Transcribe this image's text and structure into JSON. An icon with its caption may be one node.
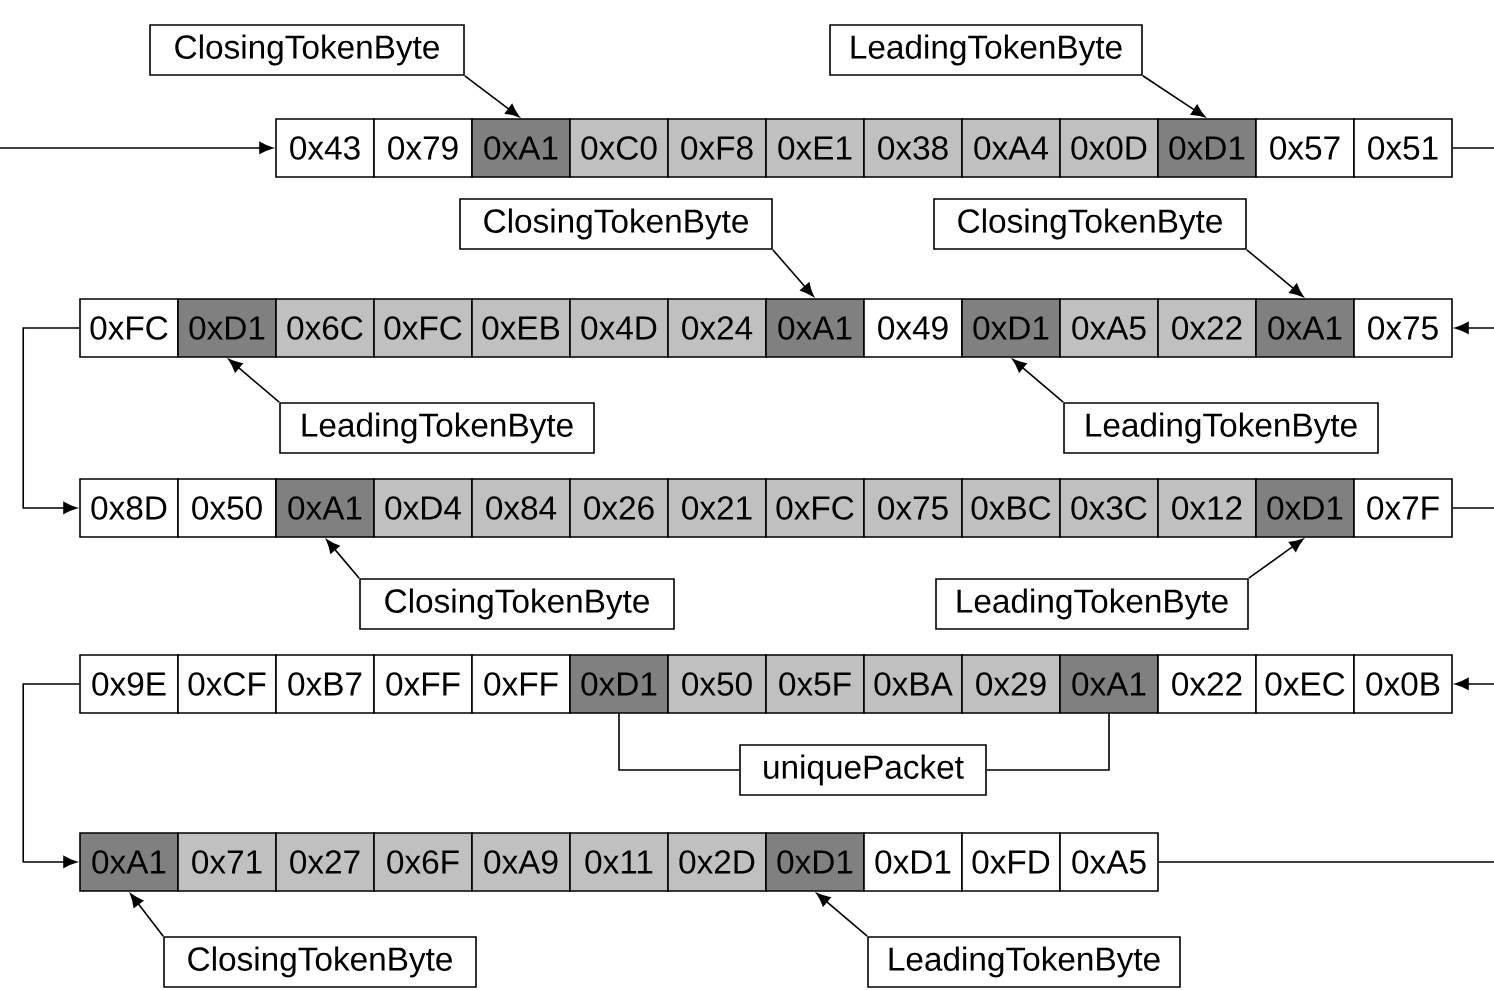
{
  "diagram": {
    "nodes": [
      {
        "text": [
          "ClosingTokenByte"
        ]
      },
      {
        "text": [
          "LeadingTokenByte"
        ]
      },
      {
        "text": [
          "0x43"
        ]
      },
      {
        "text": [
          "0x79"
        ]
      },
      {
        "text": [
          "0xA1"
        ]
      },
      {
        "text": [
          "0xC0"
        ]
      },
      {
        "text": [
          "0xF8"
        ]
      },
      {
        "text": [
          "0xE1"
        ]
      },
      {
        "text": [
          "0x38"
        ]
      },
      {
        "text": [
          "0xA4"
        ]
      },
      {
        "text": [
          "0x0D"
        ]
      },
      {
        "text": [
          "0xD1"
        ]
      },
      {
        "text": [
          "0x57"
        ]
      },
      {
        "text": [
          "0x51"
        ]
      },
      {
        "text": [
          "ClosingTokenByte"
        ]
      },
      {
        "text": [
          "ClosingTokenByte"
        ]
      },
      {
        "text": [
          "0xFC"
        ]
      },
      {
        "text": [
          "0xD1"
        ]
      },
      {
        "text": [
          "0x6C"
        ]
      },
      {
        "text": [
          "0xFC"
        ]
      },
      {
        "text": [
          "0xEB"
        ]
      },
      {
        "text": [
          "0x4D"
        ]
      },
      {
        "text": [
          "0x24"
        ]
      },
      {
        "text": [
          "0xA1"
        ]
      },
      {
        "text": [
          "0x49"
        ]
      },
      {
        "text": [
          "0xD1"
        ]
      },
      {
        "text": [
          "0xA5"
        ]
      },
      {
        "text": [
          "0x22"
        ]
      },
      {
        "text": [
          "0xA1"
        ]
      },
      {
        "text": [
          "0x75"
        ]
      },
      {
        "text": [
          "LeadingTokenByte"
        ]
      },
      {
        "text": [
          "LeadingTokenByte"
        ]
      },
      {
        "text": [
          "0x8D"
        ]
      },
      {
        "text": [
          "0x50"
        ]
      },
      {
        "text": [
          "0xA1"
        ]
      },
      {
        "text": [
          "0xD4"
        ]
      },
      {
        "text": [
          "0x84"
        ]
      },
      {
        "text": [
          "0x26"
        ]
      },
      {
        "text": [
          "0x21"
        ]
      },
      {
        "text": [
          "0xFC"
        ]
      },
      {
        "text": [
          "0x75"
        ]
      },
      {
        "text": [
          "0xBC"
        ]
      },
      {
        "text": [
          "0x3C"
        ]
      },
      {
        "text": [
          "0x12"
        ]
      },
      {
        "text": [
          "0xD1"
        ]
      },
      {
        "text": [
          "0x7F"
        ]
      },
      {
        "text": [
          "ClosingTokenByte"
        ]
      },
      {
        "text": [
          "LeadingTokenByte"
        ]
      },
      {
        "text": [
          "0x9E"
        ]
      },
      {
        "text": [
          "0xCF"
        ]
      },
      {
        "text": [
          "0xB7"
        ]
      },
      {
        "text": [
          "0xFF"
        ]
      },
      {
        "text": [
          "0xFF"
        ]
      },
      {
        "text": [
          "0xD1"
        ]
      },
      {
        "text": [
          "0x50"
        ]
      },
      {
        "text": [
          "0x5F"
        ]
      },
      {
        "text": [
          "0xBA"
        ]
      },
      {
        "text": [
          "0x29"
        ]
      },
      {
        "text": [
          "0xA1"
        ]
      },
      {
        "text": [
          "0x22"
        ]
      },
      {
        "text": [
          "0xEC"
        ]
      },
      {
        "text": [
          "0x0B"
        ]
      },
      {
        "text": [
          "uniquePacket"
        ]
      },
      {
        "text": [
          "0xA1"
        ]
      },
      {
        "text": [
          "0x71"
        ]
      },
      {
        "text": [
          "0x27"
        ]
      },
      {
        "text": [
          "0x6F"
        ]
      },
      {
        "text": [
          "0xA9"
        ]
      },
      {
        "text": [
          "0x11"
        ]
      },
      {
        "text": [
          "0x2D"
        ]
      },
      {
        "text": [
          "0xD1"
        ]
      },
      {
        "text": [
          "0xD1"
        ]
      },
      {
        "text": [
          "0xFD"
        ]
      },
      {
        "text": [
          "0xA5"
        ]
      },
      {
        "text": [
          "ClosingTokenByte"
        ]
      },
      {
        "text": [
          "LeadingTokenByte"
        ]
      }
    ],
    "edges": [
      {
        "from": null,
        "to": 2,
        "arrow": "to"
      },
      {
        "from": 13,
        "to": null,
        "arrow": "none"
      },
      {
        "from": 0,
        "to": 4,
        "arrow": "to"
      },
      {
        "from": 1,
        "to": 11,
        "arrow": "to"
      },
      {
        "from": null,
        "to": 29,
        "arrow": "to"
      },
      {
        "from": 14,
        "to": 23,
        "arrow": "to"
      },
      {
        "from": 15,
        "to": 28,
        "arrow": "to"
      },
      {
        "from": 30,
        "to": 17,
        "arrow": "to"
      },
      {
        "from": 31,
        "to": 25,
        "arrow": "to"
      },
      {
        "from": 16,
        "to": 32,
        "arrow": "to"
      },
      {
        "from": 45,
        "to": null,
        "arrow": "none"
      },
      {
        "from": 46,
        "to": 34,
        "arrow": "to"
      },
      {
        "from": 47,
        "to": 44,
        "arrow": "to"
      },
      {
        "from": null,
        "to": 61,
        "arrow": "to"
      },
      {
        "from": 48,
        "to": 63,
        "arrow": "to"
      },
      {
        "from": 73,
        "to": null,
        "arrow": "none"
      },
      {
        "from": 74,
        "to": 63,
        "arrow": "to"
      },
      {
        "from": 75,
        "to": 70,
        "arrow": "to"
      }
    ]
  }
}
